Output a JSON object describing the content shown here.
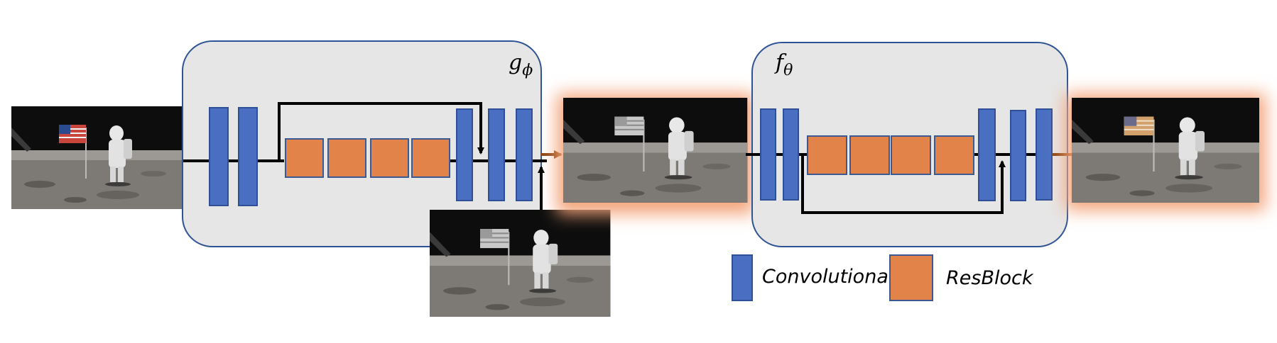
{
  "networks": [
    {
      "id": "g",
      "symbol": "g",
      "subscript": "ϕ"
    },
    {
      "id": "f",
      "symbol": "f",
      "subscript": "θ"
    }
  ],
  "images": [
    {
      "id": "input",
      "description": "astronaut-flag-photo",
      "tint": "original color"
    },
    {
      "id": "encoded",
      "description": "astronaut-flag-photo",
      "tint": "grayscale"
    },
    {
      "id": "cover",
      "description": "astronaut-flag-photo",
      "tint": "grayscale"
    },
    {
      "id": "decoded",
      "description": "astronaut-flag-photo",
      "tint": "color"
    }
  ],
  "legend": {
    "conv_label": "Convolutional",
    "resblock_label": "ResBlock"
  },
  "colors": {
    "conv": "#4a6fc2",
    "conv_stroke": "#2f4f96",
    "resblock": "#e2834a",
    "resblock_stroke": "#3b5a94",
    "panel_fill": "#e6e6e6",
    "panel_stroke": "#2f5496",
    "glow": "#f3a47a",
    "arrow": "#000000",
    "arrow_out": "#8b4513"
  }
}
